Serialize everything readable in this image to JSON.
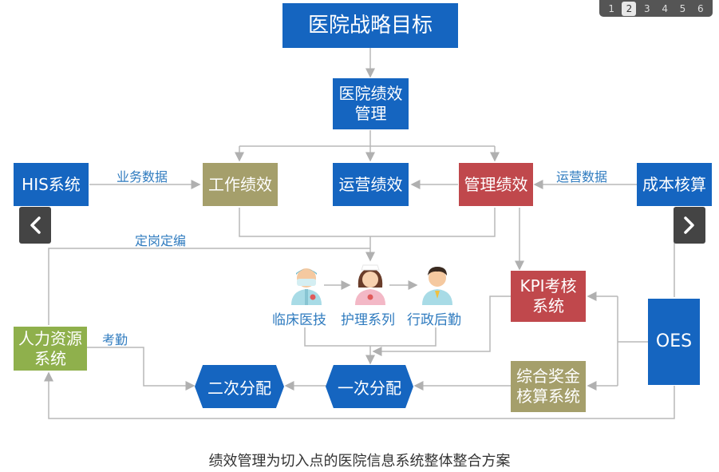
{
  "pager": {
    "pages": [
      "1",
      "2",
      "3",
      "4",
      "5",
      "6"
    ],
    "active_index": 1
  },
  "nodes": {
    "strategy": "医院战略目标",
    "perf_mgmt": "医院绩效\n管理",
    "his": "HIS系统",
    "work_perf": "工作绩效",
    "ops_perf": "运营绩效",
    "mgmt_perf": "管理绩效",
    "cost": "成本核算",
    "kpi": "KPI考核\n系统",
    "hr": "人力资源\n系统",
    "oes": "OES",
    "bonus": "综合奖金\n核算系统",
    "first_dist": "一次分配",
    "second_dist": "二次分配"
  },
  "labels": {
    "biz_data": "业务数据",
    "ops_data": "运营数据",
    "staffing": "定岗定编",
    "attendance": "考勤"
  },
  "people": {
    "clinical": "临床医技",
    "nursing": "护理系列",
    "admin": "行政后勤"
  },
  "caption": "绩效管理为切入点的医院信息系统整体整合方案",
  "colors": {
    "blue": "#1565c0",
    "olive": "#a59f6b",
    "red": "#c0484c",
    "green": "#8fb04c",
    "line": "#b8b8b8",
    "label": "#2f7bbf"
  }
}
